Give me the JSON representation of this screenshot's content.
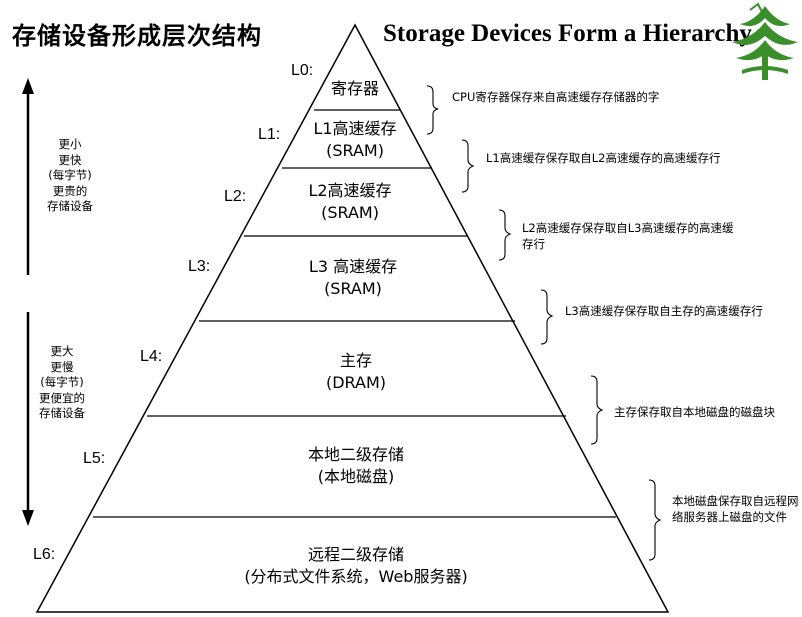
{
  "title_zh": "存储设备形成层次结构",
  "title_en": "Storage Devices Form a Hierarchy",
  "logo_icon": "green-tree-logo-icon",
  "levels": [
    {
      "label": "L0:",
      "name": "寄存器",
      "type": "",
      "note": "CPU寄存器保存来自高速缓存存储器的字"
    },
    {
      "label": "L1:",
      "name": "L1高速缓存",
      "type": "(SRAM)",
      "note": "L1高速缓存保存取自L2高速缓存的高速缓存行"
    },
    {
      "label": "L2:",
      "name": "L2高速缓存",
      "type": "(SRAM)",
      "note": "L2高速缓存保存取自L3高速缓存的高速缓存行"
    },
    {
      "label": "L3:",
      "name": "L3 高速缓存",
      "type": "(SRAM)",
      "note": "L3高速缓存保存取自主存的高速缓存行"
    },
    {
      "label": "L4:",
      "name": "主存",
      "type": "(DRAM)",
      "note": "主存保存取自本地磁盘的磁盘块"
    },
    {
      "label": "L5:",
      "name": "本地二级存储",
      "type": "(本地磁盘)",
      "note": "本地磁盘保存取自远程网络服务器上磁盘的文件"
    },
    {
      "label": "L6:",
      "name": "远程二级存储",
      "type": "(分布式文件系统，Web服务器)",
      "note": ""
    }
  ],
  "side_top": [
    "更小",
    "更快",
    "(每字节)",
    "更贵的",
    "存储设备"
  ],
  "side_bottom": [
    "更大",
    "更慢",
    "(每字节)",
    "更便宜的",
    "存储设备"
  ],
  "colors": {
    "logo_green": "#3a8f2a",
    "line": "#000000"
  }
}
